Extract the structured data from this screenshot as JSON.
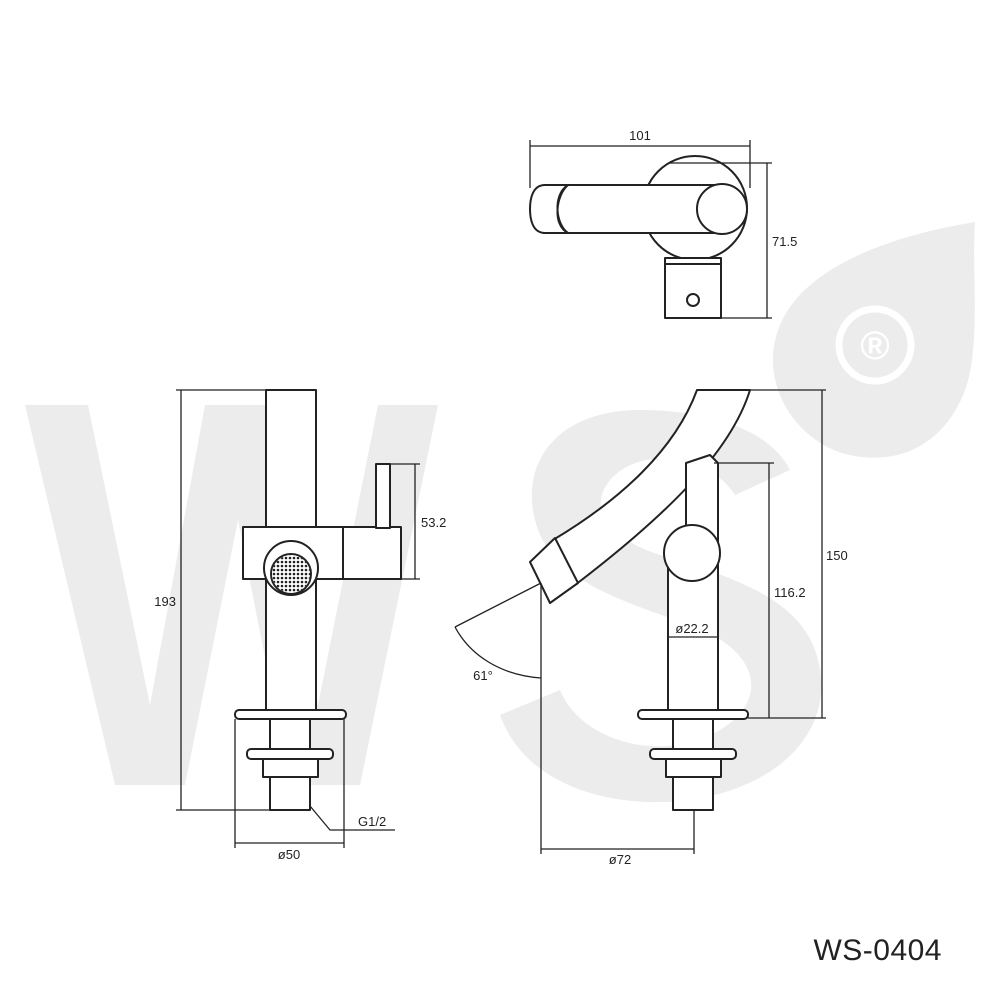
{
  "watermark": {
    "brand_text": "WS",
    "registered_symbol": "®",
    "color": "#ececec"
  },
  "views": {
    "top_view": {
      "dimensions": {
        "width": "101",
        "depth": "71.5"
      }
    },
    "front_view": {
      "dimensions": {
        "height": "193",
        "handle_height": "53.2",
        "thread": "G1/2",
        "base_diameter": "ø50"
      }
    },
    "side_view": {
      "dimensions": {
        "overall_height": "150",
        "spout_height": "116.2",
        "body_diameter": "ø22.2",
        "spout_angle": "61°",
        "reach": "ø72"
      }
    }
  },
  "model_code": "WS-0404",
  "colors": {
    "line": "#222222",
    "background": "#ffffff"
  }
}
